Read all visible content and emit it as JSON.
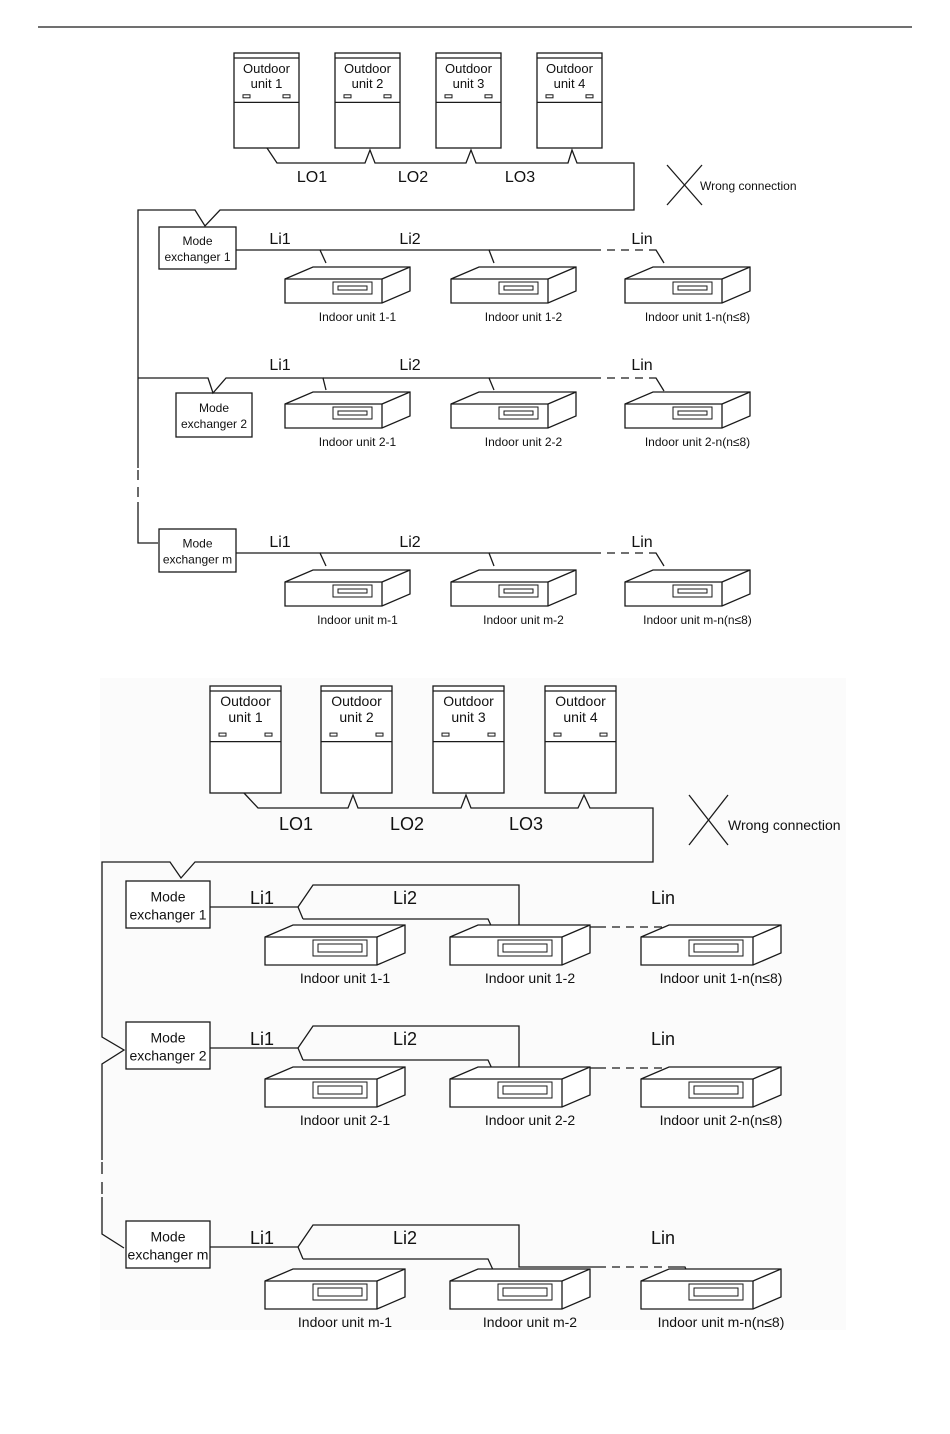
{
  "diagram1": {
    "outdoor_units": [
      {
        "line1": "Outdoor",
        "line2": "unit 1"
      },
      {
        "line1": "Outdoor",
        "line2": "unit 2"
      },
      {
        "line1": "Outdoor",
        "line2": "unit 3"
      },
      {
        "line1": "Outdoor",
        "line2": "unit 4"
      }
    ],
    "outdoor_links": [
      "LO1",
      "LO2",
      "LO3"
    ],
    "wrong_label": "Wrong connection",
    "rows": [
      {
        "mode_line1": "Mode",
        "mode_line2": "exchanger 1",
        "li1": "Li1",
        "li2": "Li2",
        "lin": "Lin",
        "indoor": [
          "Indoor unit 1-1",
          "Indoor unit 1-2",
          "Indoor unit 1-n(n≤8)"
        ]
      },
      {
        "mode_line1": "Mode",
        "mode_line2": "exchanger 2",
        "li1": "Li1",
        "li2": "Li2",
        "lin": "Lin",
        "indoor": [
          "Indoor unit 2-1",
          "Indoor unit 2-2",
          "Indoor unit 2-n(n≤8)"
        ]
      },
      {
        "mode_line1": "Mode",
        "mode_line2": "exchanger m",
        "li1": "Li1",
        "li2": "Li2",
        "lin": "Lin",
        "indoor": [
          "Indoor unit m-1",
          "Indoor unit m-2",
          "Indoor unit m-n(n≤8)"
        ]
      }
    ]
  },
  "diagram2": {
    "outdoor_units": [
      {
        "line1": "Outdoor",
        "line2": "unit 1"
      },
      {
        "line1": "Outdoor",
        "line2": "unit 2"
      },
      {
        "line1": "Outdoor",
        "line2": "unit 3"
      },
      {
        "line1": "Outdoor",
        "line2": "unit 4"
      }
    ],
    "outdoor_links": [
      "LO1",
      "LO2",
      "LO3"
    ],
    "wrong_label": "Wrong connection",
    "rows": [
      {
        "mode_line1": "Mode",
        "mode_line2": "exchanger 1",
        "li1": "Li1",
        "li2": "Li2",
        "lin": "Lin",
        "indoor": [
          "Indoor unit 1-1",
          "Indoor unit 1-2",
          "Indoor unit 1-n(n≤8)"
        ]
      },
      {
        "mode_line1": "Mode",
        "mode_line2": "exchanger 2",
        "li1": "Li1",
        "li2": "Li2",
        "lin": "Lin",
        "indoor": [
          "Indoor unit 2-1",
          "Indoor unit 2-2",
          "Indoor unit 2-n(n≤8)"
        ]
      },
      {
        "mode_line1": "Mode",
        "mode_line2": "exchanger m",
        "li1": "Li1",
        "li2": "Li2",
        "lin": "Lin",
        "indoor": [
          "Indoor unit m-1",
          "Indoor unit m-2",
          "Indoor unit m-n(n≤8)"
        ]
      }
    ]
  }
}
